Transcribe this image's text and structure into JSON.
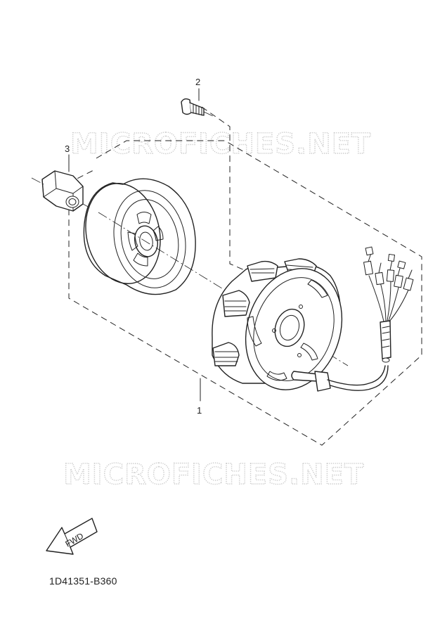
{
  "diagram": {
    "callouts": [
      {
        "id": "1",
        "label": "1"
      },
      {
        "id": "2",
        "label": "2"
      },
      {
        "id": "3",
        "label": "3"
      }
    ],
    "watermark": "MICROFICHES.NET",
    "fwd_label": "FWD",
    "document_id": "1D41351-B360"
  }
}
